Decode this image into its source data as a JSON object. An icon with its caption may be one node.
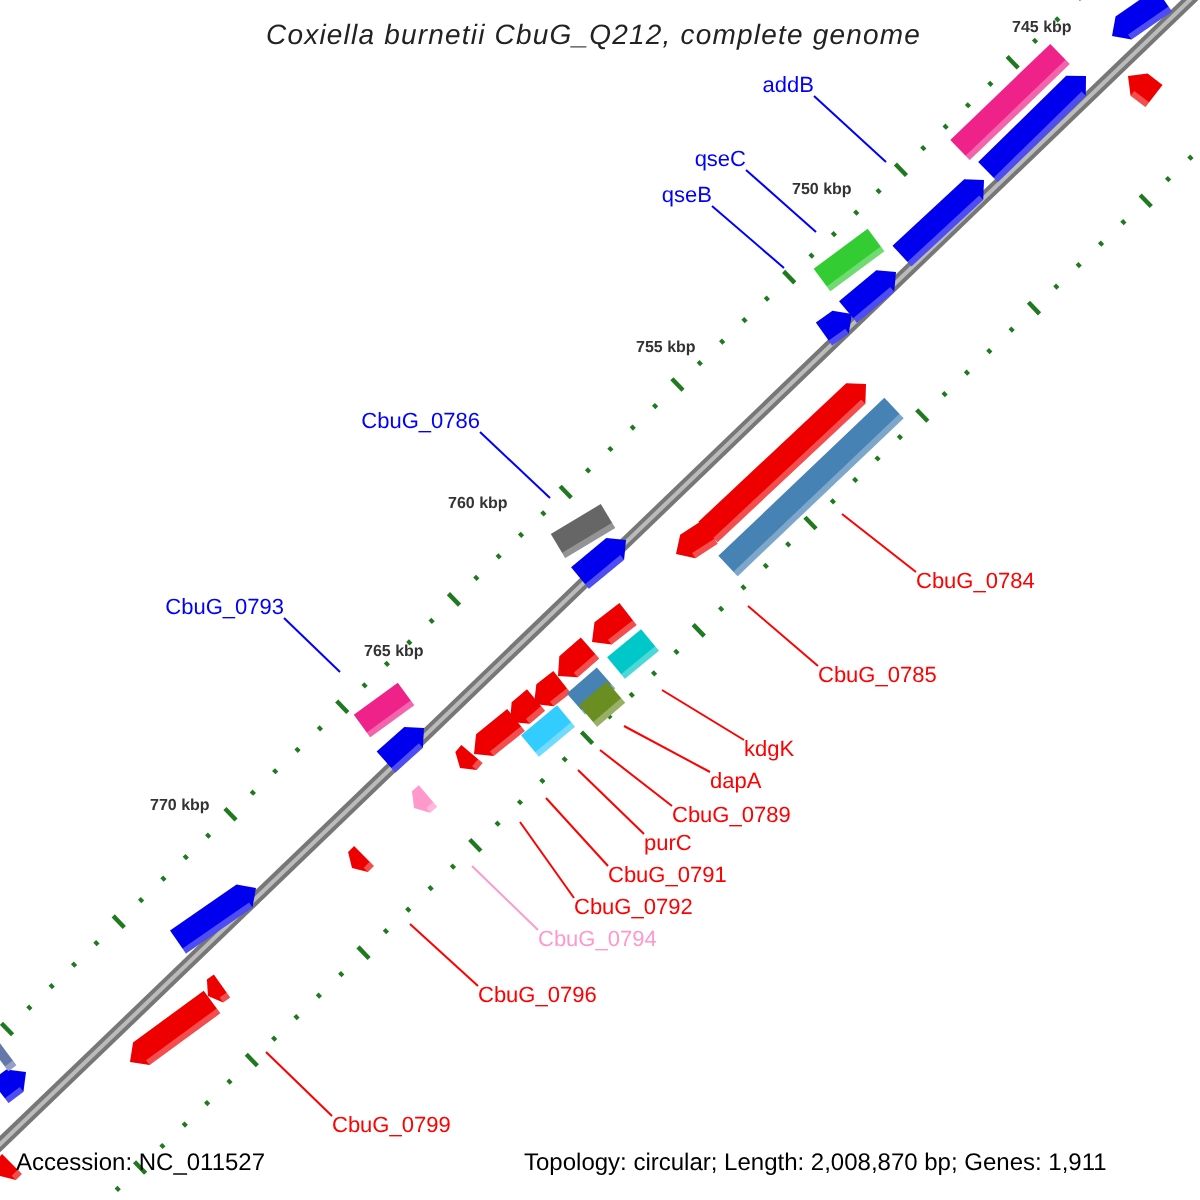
{
  "diagram": {
    "title": "Coxiella burnetii CbuG_Q212, complete genome",
    "nodes": [
      {
        "text": [
          "addB"
        ]
      },
      {
        "text": [
          "qseC"
        ]
      },
      {
        "text": [
          "qseB"
        ]
      },
      {
        "text": [
          "CbuG_0786"
        ]
      },
      {
        "text": [
          "CbuG_0784"
        ]
      },
      {
        "text": [
          "CbuG_0793"
        ]
      },
      {
        "text": [
          "CbuG_0785"
        ]
      },
      {
        "text": [
          "kdgK"
        ]
      },
      {
        "text": [
          "dapA"
        ]
      },
      {
        "text": [
          "CbuG_0789"
        ]
      },
      {
        "text": [
          "purC"
        ]
      },
      {
        "text": [
          "CbuG_0791"
        ]
      },
      {
        "text": [
          "CbuG_0792"
        ]
      },
      {
        "text": [
          "CbuG_0794"
        ]
      },
      {
        "text": [
          "CbuG_0796"
        ]
      },
      {
        "text": [
          "CbuG_0799"
        ]
      }
    ],
    "edges": [
      {
        "from": 0,
        "to": null,
        "arrow": "none",
        "color": "#0000ff"
      },
      {
        "from": 1,
        "to": null,
        "arrow": "none",
        "color": "#0000ff"
      },
      {
        "from": 2,
        "to": null,
        "arrow": "none",
        "color": "#0000ff"
      },
      {
        "from": 3,
        "to": null,
        "arrow": "none",
        "color": "#0000ff"
      },
      {
        "from": 4,
        "to": null,
        "arrow": "none"
      },
      {
        "from": 5,
        "to": null,
        "arrow": "none",
        "color": "#0000ff"
      },
      {
        "from": 6,
        "to": null,
        "arrow": "none"
      },
      {
        "from": 7,
        "to": null,
        "arrow": "none"
      },
      {
        "from": 8,
        "to": null,
        "arrow": "none"
      },
      {
        "from": 9,
        "to": null,
        "arrow": "none"
      },
      {
        "from": 10,
        "to": null,
        "arrow": "none"
      },
      {
        "from": 11,
        "to": null,
        "arrow": "none"
      },
      {
        "from": 12,
        "to": null,
        "arrow": "none"
      },
      {
        "from": 13,
        "to": null,
        "arrow": "none",
        "color": "#ff99cc"
      },
      {
        "from": 14,
        "to": null,
        "arrow": "none"
      },
      {
        "from": 15,
        "to": null,
        "arrow": "none"
      }
    ],
    "labels": [
      "745 kbp",
      "750 kbp",
      "755 kbp",
      "760 kbp",
      "765 kbp",
      "770 kbp",
      "Accession: NC_011527",
      "Topology: circular; Length: 2,008,870 bp; Genes: 1,911"
    ]
  }
}
